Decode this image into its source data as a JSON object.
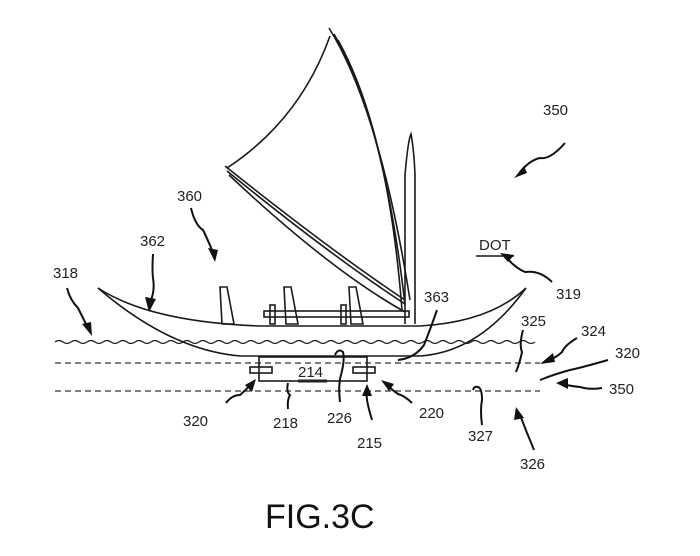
{
  "figure": {
    "caption": "FIG.3C",
    "direction_label": "DOT",
    "labels": {
      "l350_top": "350",
      "l360": "360",
      "l362": "362",
      "l318": "318",
      "l319": "319",
      "l363": "363",
      "l325": "325",
      "l324": "324",
      "l320_right": "320",
      "l350_right": "350",
      "l320_left": "320",
      "l218": "218",
      "l226": "226",
      "l215": "215",
      "l220": "220",
      "l327": "327",
      "l326": "326",
      "l214": "214"
    }
  }
}
